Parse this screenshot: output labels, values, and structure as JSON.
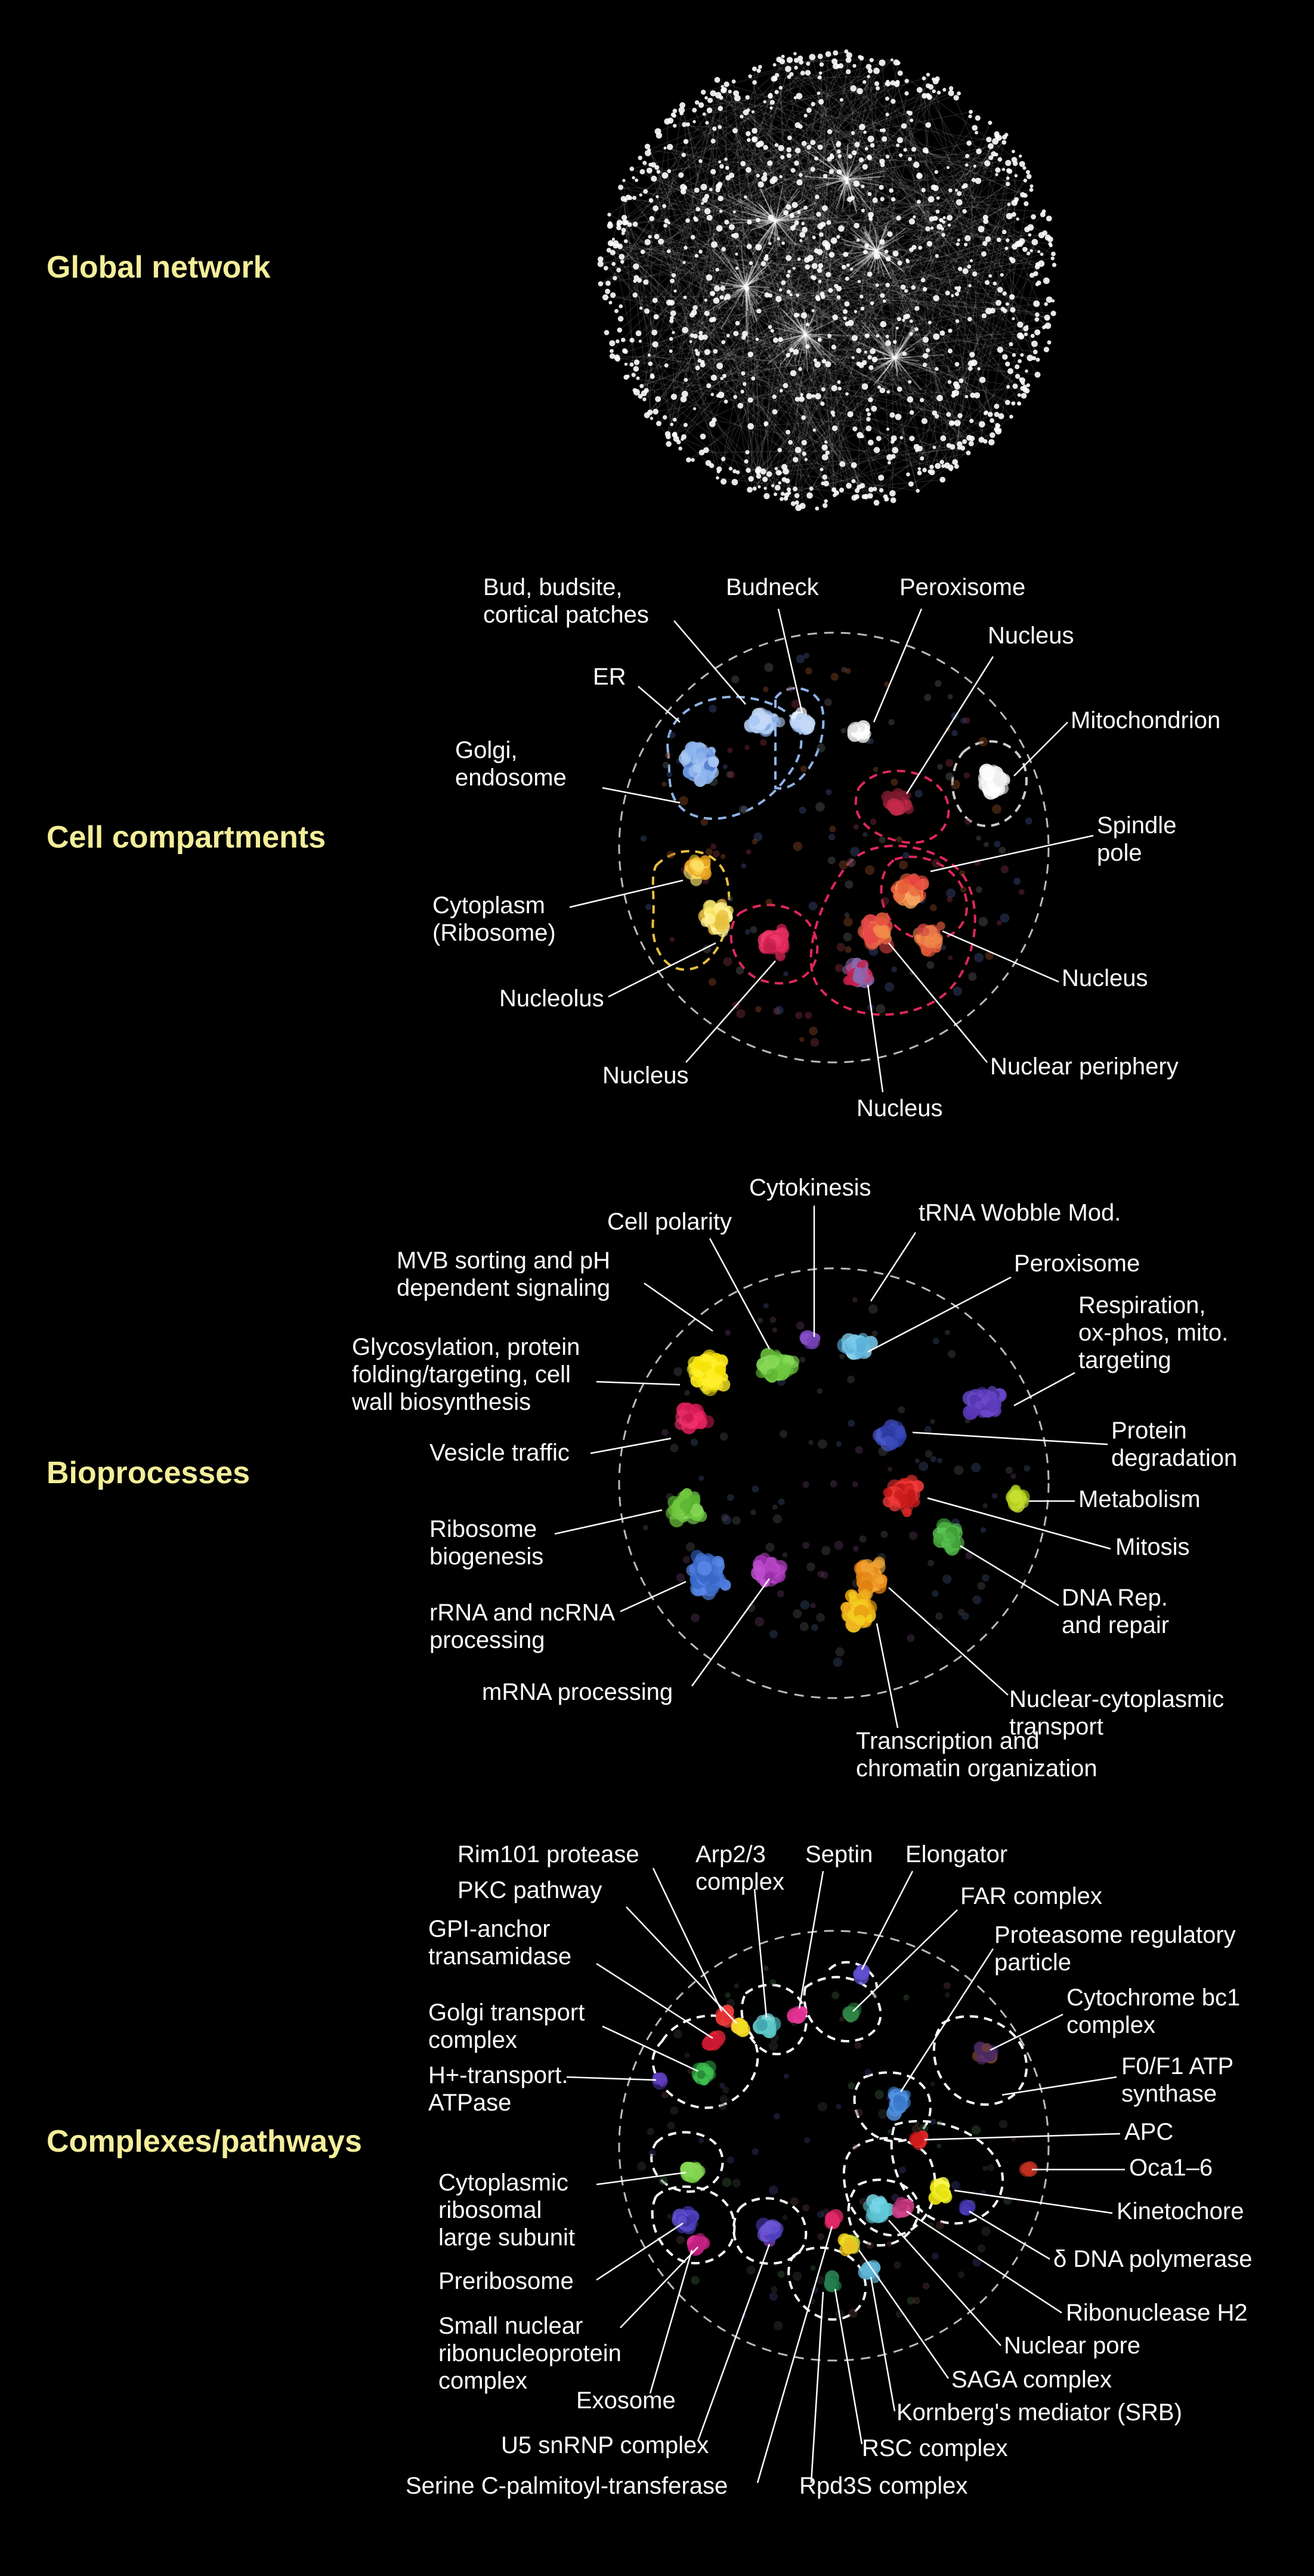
{
  "colors": {
    "background": "#000000",
    "section_title": "#f4ee9a",
    "label": "#ffffff"
  },
  "panels": {
    "global": {
      "title": "Global network"
    },
    "compartments": {
      "title": "Cell compartments",
      "labels": {
        "bud": [
          "Bud, budsite,",
          "cortical patches"
        ],
        "budneck": "Budneck",
        "peroxisome": "Peroxisome",
        "nucleus_top": "Nucleus",
        "er": "ER",
        "mitochondrion": "Mitochondrion",
        "golgi": [
          "Golgi,",
          "endosome"
        ],
        "spindle": [
          "Spindle",
          "pole"
        ],
        "cytoplasm": [
          "Cytoplasm",
          "(Ribosome)"
        ],
        "nucleolus": "Nucleolus",
        "nucleus_right": "Nucleus",
        "nucleus_bottom_left": "Nucleus",
        "nuclear_periphery": "Nuclear periphery",
        "nucleus_bottom": "Nucleus"
      }
    },
    "bioprocesses": {
      "title": "Bioprocesses",
      "labels": {
        "cytokinesis": "Cytokinesis",
        "cell_polarity": "Cell polarity",
        "trna": "tRNA Wobble Mod.",
        "mvb": [
          "MVB sorting and pH",
          "dependent signaling"
        ],
        "peroxisome": "Peroxisome",
        "respiration": [
          "Respiration,",
          "ox-phos, mito.",
          "targeting"
        ],
        "glycosylation": [
          "Glycosylation, protein",
          "folding/targeting, cell",
          "wall biosynthesis"
        ],
        "protein_degradation": [
          "Protein",
          "degradation"
        ],
        "vesicle": "Vesicle traffic",
        "metabolism": "Metabolism",
        "ribosome_biogenesis": [
          "Ribosome",
          "biogenesis"
        ],
        "mitosis": "Mitosis",
        "rrna": [
          "rRNA and ncRNA",
          "processing"
        ],
        "dna_rep": [
          "DNA Rep.",
          "and repair"
        ],
        "mrna": "mRNA processing",
        "nuclear_cyto": [
          "Nuclear-cytoplasmic",
          "transport"
        ],
        "transcription": [
          "Transcription and",
          "chromatin organization"
        ]
      }
    },
    "complexes": {
      "title": "Complexes/pathways",
      "labels": {
        "rim101": "Rim101 protease",
        "arp": [
          "Arp2/3",
          "complex"
        ],
        "septin": "Septin",
        "elongator": "Elongator",
        "pkc": "PKC pathway",
        "far": "FAR complex",
        "gpi": [
          "GPI-anchor",
          "transamidase"
        ],
        "proteasome": [
          "Proteasome regulatory",
          "particle"
        ],
        "golgi_transport": [
          "Golgi transport",
          "complex"
        ],
        "cytochrome": [
          "Cytochrome bc1",
          "complex"
        ],
        "h_transport": [
          "H+-transport.",
          "ATPase"
        ],
        "f0f1": [
          "F0/F1 ATP",
          "synthase"
        ],
        "apc": "APC",
        "oca": "Oca1–6",
        "cyto_ribo": [
          "Cytoplasmic",
          "ribosomal",
          "large subunit"
        ],
        "kinetochore": "Kinetochore",
        "delta": "δ DNA polymerase",
        "preribosome": "Preribosome",
        "rnase": "Ribonuclease H2",
        "snrnp": [
          "Small nuclear",
          "ribonucleoprotein",
          "complex"
        ],
        "nuclear_pore": "Nuclear pore",
        "saga": "SAGA complex",
        "exosome": "Exosome",
        "kornberg": "Kornberg's mediator (SRB)",
        "u5": "U5 snRNP complex",
        "rsc": "RSC complex",
        "serine": "Serine C-palmitoyl-transferase",
        "rpd3s": "Rpd3S complex"
      }
    }
  }
}
